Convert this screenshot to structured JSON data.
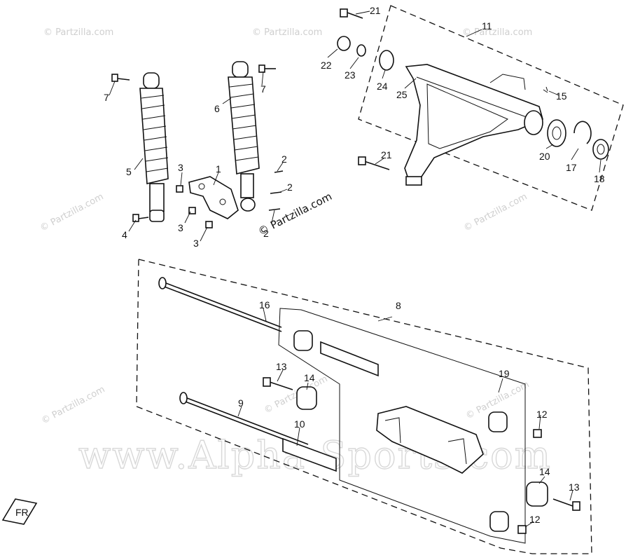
{
  "diagram": {
    "part_labels": {
      "p1": "1",
      "p2a": "2",
      "p2b": "2",
      "p2c": "2",
      "p3a": "3",
      "p3b": "3",
      "p3c": "3",
      "p4": "4",
      "p5": "5",
      "p6": "6",
      "p7a": "7",
      "p7b": "7",
      "p8": "8",
      "p9": "9",
      "p10": "10",
      "p11": "11",
      "p12a": "12",
      "p12b": "12",
      "p13a": "13",
      "p13b": "13",
      "p14a": "14",
      "p14b": "14",
      "p15": "15",
      "p16": "16",
      "p17": "17",
      "p18": "18",
      "p19": "19",
      "p20": "20",
      "p21a": "21",
      "p21b": "21",
      "p22": "22",
      "p23": "23",
      "p24": "24",
      "p25": "25"
    },
    "front_marker": "FR",
    "watermarks": {
      "partzilla": "© Partzilla.com",
      "partzilla_center": "© Partzilla.com",
      "alpha": "www.Alpha-Sports.com"
    }
  }
}
